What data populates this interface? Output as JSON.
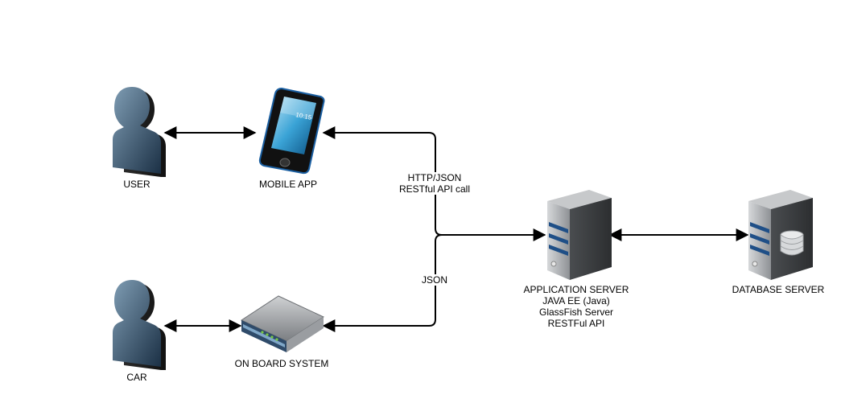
{
  "nodes": {
    "user": {
      "label": "USER",
      "icon": "person-icon"
    },
    "mobile_app": {
      "label": "MOBILE APP",
      "icon": "smartphone-icon",
      "screen_time": "10:15"
    },
    "car": {
      "label": "CAR",
      "icon": "person-icon"
    },
    "on_board_system": {
      "label": "ON BOARD SYSTEM",
      "icon": "router-box-icon"
    },
    "application_server": {
      "label": "APPLICATION SERVER",
      "icon": "server-icon",
      "details": [
        "JAVA EE (Java)",
        "GlassFish Server",
        "RESTFul API"
      ]
    },
    "database_server": {
      "label": "DATABASE SERVER",
      "icon": "database-server-icon"
    }
  },
  "edges": {
    "mobile_link": {
      "label_line1": "HTTP/JSON",
      "label_line2": "RESTful API call"
    },
    "onboard_link": {
      "label": "JSON"
    }
  },
  "colors": {
    "person_dark": "#1d3347",
    "person_light": "#6f8fa8",
    "server_body": "#5b5e61",
    "server_stripe": "#1f4f87",
    "line": "#000000"
  }
}
